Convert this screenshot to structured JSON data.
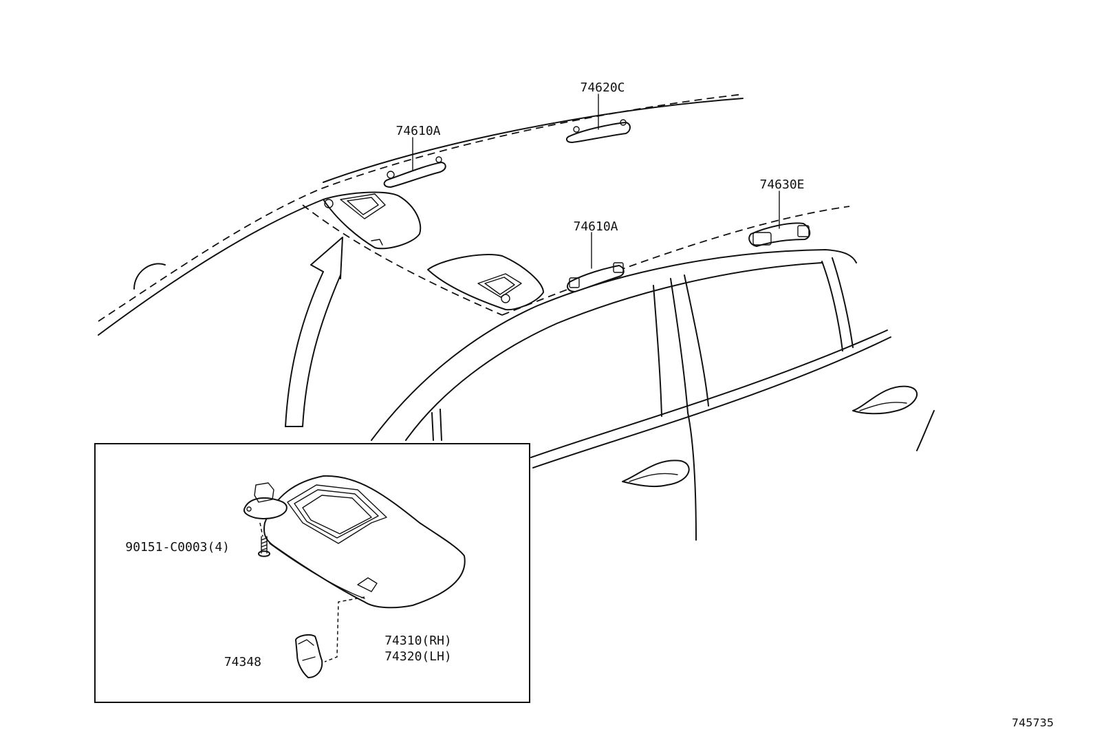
{
  "callouts": {
    "grip_top_center": "74620C",
    "grip_front_left": "74610A",
    "grip_rear_right": "74630E",
    "grip_front_right": "74610A",
    "screw": "90151-C0003(4)",
    "visor_rh": "74310(RH)",
    "visor_lh": "74320(LH)",
    "holder": "74348"
  },
  "diagram_id": "745735"
}
